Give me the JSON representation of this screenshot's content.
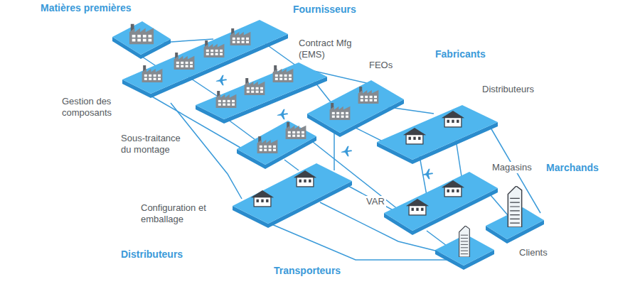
{
  "diagram": {
    "labels": [
      "Matières premières",
      "Fournisseurs",
      "Contract Mfg (EMS)",
      "Fabricants",
      "FEOs",
      "Gestion des composants",
      "Distributeurs",
      "Sous-traitance du montage",
      "Magasins",
      "Marchands",
      "Configuration et emballage",
      "VAR",
      "Clients",
      "Distributeurs",
      "Transporteurs"
    ]
  }
}
